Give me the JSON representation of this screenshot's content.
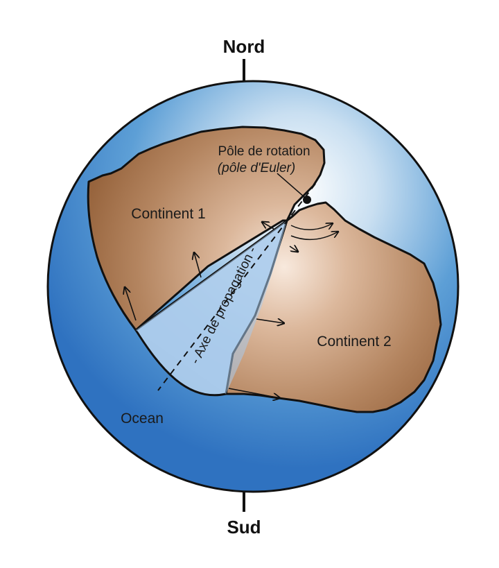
{
  "labels": {
    "north": "Nord",
    "south": "Sud",
    "rotation_pole": "Pôle de rotation",
    "euler_pole": "(pôle d'Euler)",
    "continent_1": "Continent 1",
    "continent_2": "Continent 2",
    "ocean": "Ocean",
    "spreading_axis": "- Axe de propagation -"
  },
  "colors": {
    "sphere_edge": "#2f74c2",
    "sphere_highlight": "#ffffff",
    "continent_edge": "#9a6337",
    "continent_highlight": "#f6e4d6",
    "outline": "#111111",
    "text": "#1a1a1a"
  },
  "icons": {
    "pole_marker": "filled-circle",
    "motion_arrows": "arrow"
  }
}
